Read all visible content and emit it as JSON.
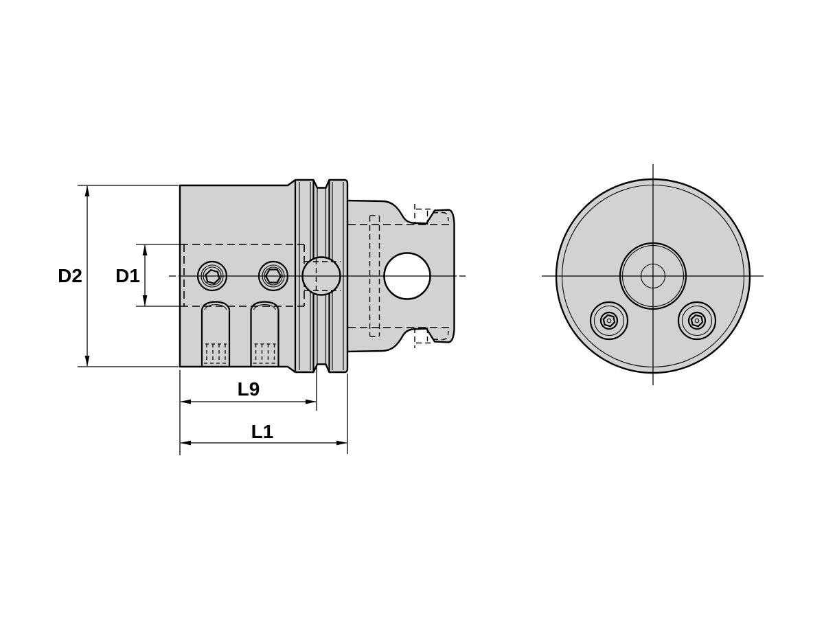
{
  "drawing": {
    "type": "technical-drawing-two-views",
    "dimension_labels": {
      "d2": "D2",
      "d1": "D1",
      "l9": "L9",
      "l1": "L1"
    },
    "colors": {
      "part_fill": "#d2d2d2",
      "line": "#000000",
      "background": "#ffffff",
      "hole_fill": "#ffffff"
    }
  }
}
